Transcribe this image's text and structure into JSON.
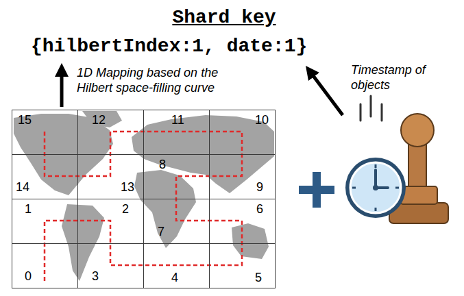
{
  "diagram": {
    "title": "Shard key",
    "nodes": [
      {
        "text": [
          "15"
        ]
      },
      {
        "text": [
          "12"
        ]
      },
      {
        "text": [
          "11"
        ]
      },
      {
        "text": [
          "10"
        ]
      },
      {
        "text": [
          "14"
        ]
      },
      {
        "text": [
          "13"
        ]
      },
      {
        "text": [
          "8"
        ]
      },
      {
        "text": [
          "9"
        ]
      },
      {
        "text": [
          "1"
        ]
      },
      {
        "text": [
          "2"
        ]
      },
      {
        "text": [
          "7"
        ]
      },
      {
        "text": [
          "6"
        ]
      },
      {
        "text": [
          "0"
        ]
      },
      {
        "text": [
          "3"
        ]
      },
      {
        "text": [
          "4"
        ]
      },
      {
        "text": [
          "5"
        ]
      }
    ],
    "labels": [
      "{hilbertIndex:1, date:1}",
      "1D Mapping based on the Hilbert space-filling curve",
      "Timestamp of objects"
    ]
  }
}
